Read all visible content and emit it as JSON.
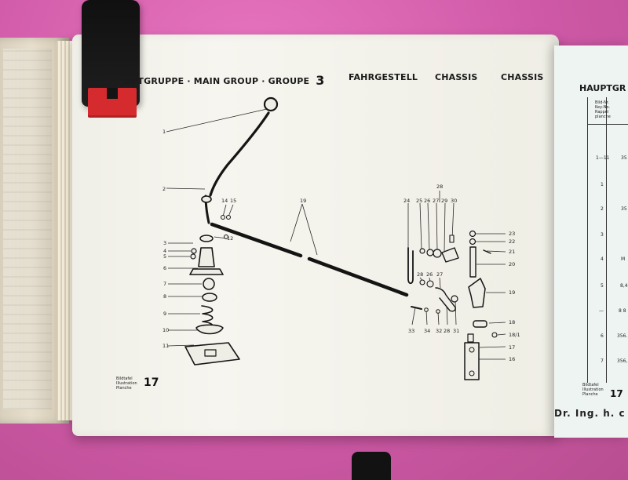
{
  "left_header": {
    "text": "UPTGRUPPE · MAIN GROUP · GROUPE",
    "group_number": "3"
  },
  "right_headers": [
    "FAHRGESTELL",
    "CHASSIS",
    "CHASSIS"
  ],
  "plate": {
    "label_lines": [
      "Bildtafel",
      "Illustration",
      "Planche"
    ],
    "number": "17"
  },
  "callouts": {
    "1": "1",
    "2": "2",
    "3": "3",
    "4": "4",
    "5": "5",
    "6": "6",
    "7": "7",
    "8": "8",
    "9": "9",
    "10": "10",
    "11": "11",
    "12": "12",
    "14": "14",
    "15": "15",
    "16": "16",
    "17": "17",
    "18": "18",
    "18_1": "18/1",
    "19": "19",
    "20": "20",
    "21": "21",
    "22": "22",
    "23": "23",
    "24": "24",
    "25": "25",
    "26": "26",
    "27": "27",
    "28": "28",
    "29": "29",
    "30": "30",
    "31": "31",
    "32": "32",
    "33": "33",
    "34": "34"
  },
  "right_page": {
    "header": "HAUPTGR",
    "table_header": [
      "Bild-Nr.",
      "Key-No.",
      "Rappel",
      "planche"
    ],
    "rows": [
      {
        "left": "1—11",
        "right": "35"
      },
      {
        "left": "1",
        "right": ""
      },
      {
        "left": "2",
        "right": "35"
      },
      {
        "left": "3",
        "right": ""
      },
      {
        "left": "4",
        "right": "M"
      },
      {
        "left": "5",
        "right": "8,4"
      },
      {
        "left": "—",
        "right": "8 8"
      },
      {
        "left": "6",
        "right": "356."
      },
      {
        "left": "7",
        "right": "356,"
      }
    ],
    "plate_label_lines": [
      "Bildtafel",
      "Illustration",
      "Planche"
    ],
    "plate_number": "17",
    "footer": "Dr. Ing. h. c"
  },
  "colors": {
    "background": "#cf59a7",
    "paper": "#f3f2eb",
    "ink": "#1d1d1d",
    "clip_red": "#d62b2e",
    "clip_black": "#111111"
  }
}
